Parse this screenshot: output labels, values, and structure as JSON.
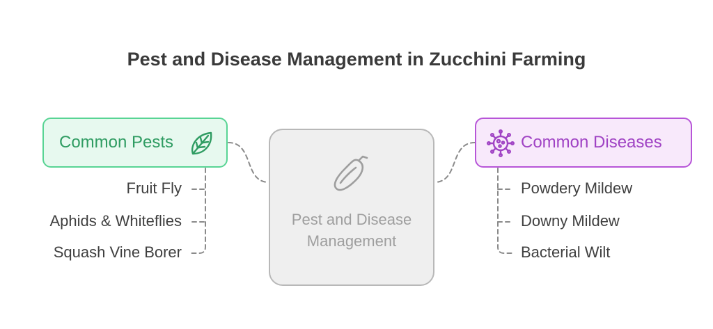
{
  "title": "Pest and Disease Management in Zucchini Farming",
  "center": {
    "label": "Pest and Disease Management",
    "icon": "zucchini-icon"
  },
  "pests": {
    "label": "Common Pests",
    "icon": "leaf-icon",
    "items": [
      "Fruit Fly",
      "Aphids & Whiteflies",
      "Squash Vine Borer"
    ]
  },
  "diseases": {
    "label": "Common Diseases",
    "icon": "virus-icon",
    "items": [
      "Powdery Mildew",
      "Downy Mildew",
      "Bacterial Wilt"
    ]
  },
  "colors": {
    "pests_border": "#58d494",
    "pests_fill": "#e7f9ef",
    "pests_text": "#2f9c62",
    "diseases_border": "#b755d8",
    "diseases_fill": "#f8e9fb",
    "diseases_text": "#a043c4",
    "center_border": "#b8b8b8",
    "center_fill": "#efefef",
    "connector": "#8a8a8a"
  }
}
